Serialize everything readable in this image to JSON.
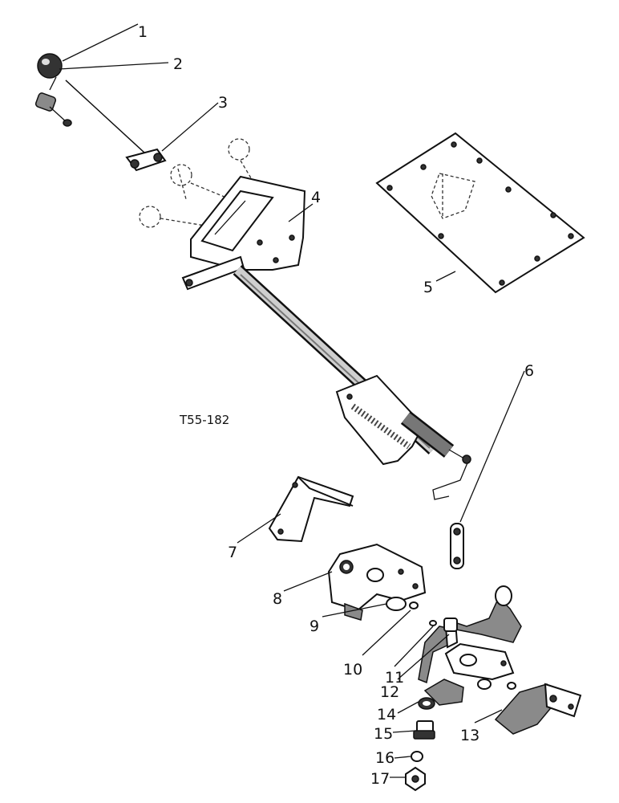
{
  "drawing_ref": "T55-182",
  "callouts": [
    "1",
    "2",
    "3",
    "4",
    "5",
    "6",
    "7",
    "8",
    "9",
    "10",
    "11",
    "12",
    "13",
    "14",
    "15",
    "16",
    "17"
  ]
}
